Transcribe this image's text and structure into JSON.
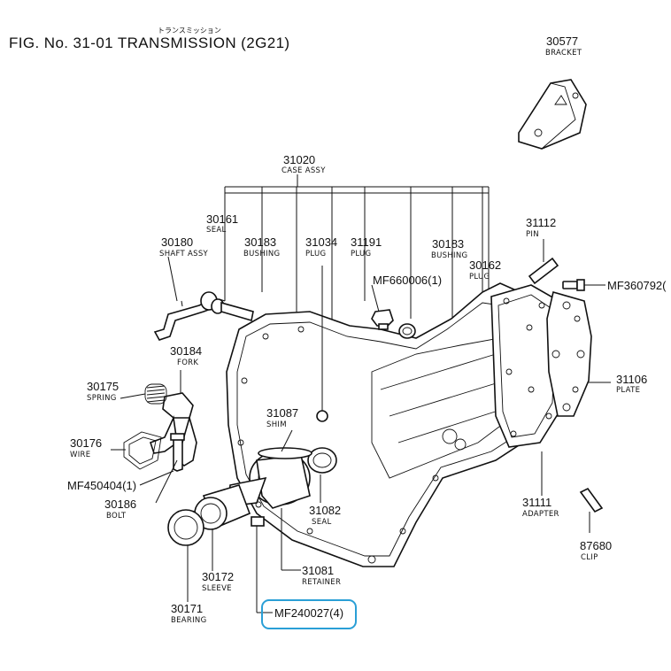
{
  "header": {
    "title": "FIG. No. 31-01 TRANSMISSION (2G21)",
    "kana": "トランスミッション"
  },
  "callouts": [
    {
      "num": "30577",
      "word": "BRACKET"
    },
    {
      "num": "31020",
      "word": "CASE ASSY"
    },
    {
      "num": "30161",
      "word": "SEAL"
    },
    {
      "num": "30180",
      "word": "SHAFT ASSY"
    },
    {
      "num": "30183",
      "word": "BUSHING"
    },
    {
      "num": "31034",
      "word": "PLUG"
    },
    {
      "num": "31191",
      "word": "PLUG"
    },
    {
      "num": "30183",
      "word": "BUSHING"
    },
    {
      "num": "30162",
      "word": "PLUG"
    },
    {
      "num": "31112",
      "word": "PIN"
    },
    {
      "num": "MF660006(1)",
      "word": ""
    },
    {
      "num": "MF360792(",
      "word": ""
    },
    {
      "num": "30184",
      "word": "FORK"
    },
    {
      "num": "30175",
      "word": "SPRING"
    },
    {
      "num": "31087",
      "word": "SHIM"
    },
    {
      "num": "31106",
      "word": "PLATE"
    },
    {
      "num": "30176",
      "word": "WIRE"
    },
    {
      "num": "MF450404(1)",
      "word": ""
    },
    {
      "num": "30186",
      "word": "BOLT"
    },
    {
      "num": "31082",
      "word": "SEAL"
    },
    {
      "num": "31111",
      "word": "ADAPTER"
    },
    {
      "num": "87680",
      "word": "CLIP"
    },
    {
      "num": "30172",
      "word": "SLEEVE"
    },
    {
      "num": "31081",
      "word": "RETAINER"
    },
    {
      "num": "30171",
      "word": "BEARING"
    },
    {
      "num": "MF240027(4)",
      "word": ""
    }
  ],
  "highlight": {
    "color": "#2a9fd6"
  }
}
